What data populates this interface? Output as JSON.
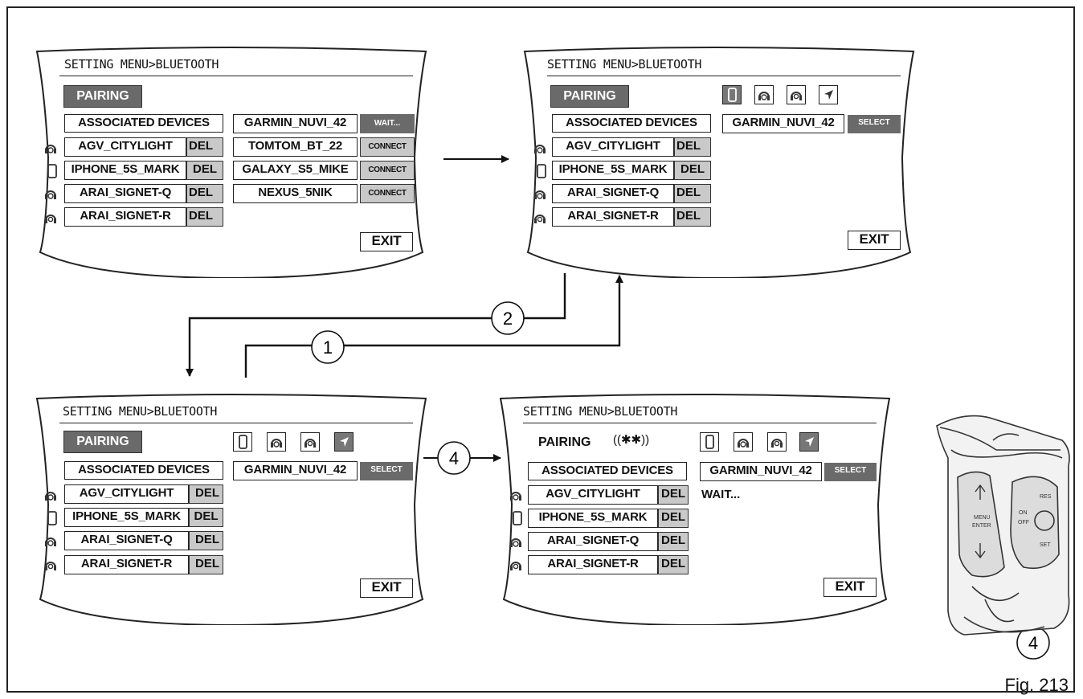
{
  "figure_label": "Fig. 213",
  "callouts": [
    "1",
    "2",
    "4",
    "4"
  ],
  "panel_a": {
    "title": "SETTING MENU>BLUETOOTH",
    "pairing": "PAIRING",
    "associated": "ASSOCIATED DEVICES",
    "devices": [
      {
        "icon": "headset-rider-icon",
        "name": "AGV_CITYLIGHT",
        "del": "DEL"
      },
      {
        "icon": "phone-icon",
        "name": "IPHONE_5S_MARK",
        "del": "DEL"
      },
      {
        "icon": "headset-rider-icon",
        "name": "ARAI_SIGNET-Q",
        "del": "DEL"
      },
      {
        "icon": "headset-passenger-icon",
        "name": "ARAI_SIGNET-R",
        "del": "DEL"
      }
    ],
    "found": [
      {
        "name": "GARMIN_NUVI_42",
        "action": "WAIT..."
      },
      {
        "name": "TOMTOM_BT_22",
        "action": "CONNECT"
      },
      {
        "name": "GALAXY_S5_MIKE",
        "action": "CONNECT"
      },
      {
        "name": "NEXUS_5NIK",
        "action": "CONNECT"
      }
    ],
    "exit": "EXIT"
  },
  "panel_b": {
    "title": "SETTING MENU>BLUETOOTH",
    "pairing": "PAIRING",
    "associated": "ASSOCIATED DEVICES",
    "devices": [
      {
        "icon": "headset-rider-icon",
        "name": "AGV_CITYLIGHT",
        "del": "DEL"
      },
      {
        "icon": "phone-icon",
        "name": "IPHONE_5S_MARK",
        "del": "DEL"
      },
      {
        "icon": "headset-rider-icon",
        "name": "ARAI_SIGNET-Q",
        "del": "DEL"
      },
      {
        "icon": "headset-passenger-icon",
        "name": "ARAI_SIGNET-R",
        "del": "DEL"
      }
    ],
    "found": {
      "name": "GARMIN_NUVI_42",
      "action": "SELECT"
    },
    "exit": "EXIT"
  },
  "panel_c": {
    "title": "SETTING MENU>BLUETOOTH",
    "pairing": "PAIRING",
    "associated": "ASSOCIATED DEVICES",
    "devices": [
      {
        "icon": "headset-rider-icon",
        "name": "AGV_CITYLIGHT",
        "del": "DEL"
      },
      {
        "icon": "phone-icon",
        "name": "IPHONE_5S_MARK",
        "del": "DEL"
      },
      {
        "icon": "headset-rider-icon",
        "name": "ARAI_SIGNET-Q",
        "del": "DEL"
      },
      {
        "icon": "headset-passenger-icon",
        "name": "ARAI_SIGNET-R",
        "del": "DEL"
      }
    ],
    "found": {
      "name": "GARMIN_NUVI_42",
      "action": "SELECT"
    },
    "exit": "EXIT"
  },
  "panel_d": {
    "title": "SETTING MENU>BLUETOOTH",
    "pairing": "PAIRING",
    "bt_symbol": "((✱✱))",
    "associated": "ASSOCIATED DEVICES",
    "devices": [
      {
        "icon": "headset-rider-icon",
        "name": "AGV_CITYLIGHT",
        "del": "DEL"
      },
      {
        "icon": "phone-icon",
        "name": "IPHONE_5S_MARK",
        "del": "DEL"
      },
      {
        "icon": "headset-rider-icon",
        "name": "ARAI_SIGNET-Q",
        "del": "DEL"
      },
      {
        "icon": "headset-passenger-icon",
        "name": "ARAI_SIGNET-R",
        "del": "DEL"
      }
    ],
    "found": {
      "name": "GARMIN_NUVI_42",
      "action": "SELECT"
    },
    "status": "WAIT...",
    "exit": "EXIT"
  },
  "switch": {
    "menu": "MENU",
    "enter": "ENTER",
    "on": "ON",
    "off": "OFF",
    "res": "RES",
    "set": "SET"
  }
}
